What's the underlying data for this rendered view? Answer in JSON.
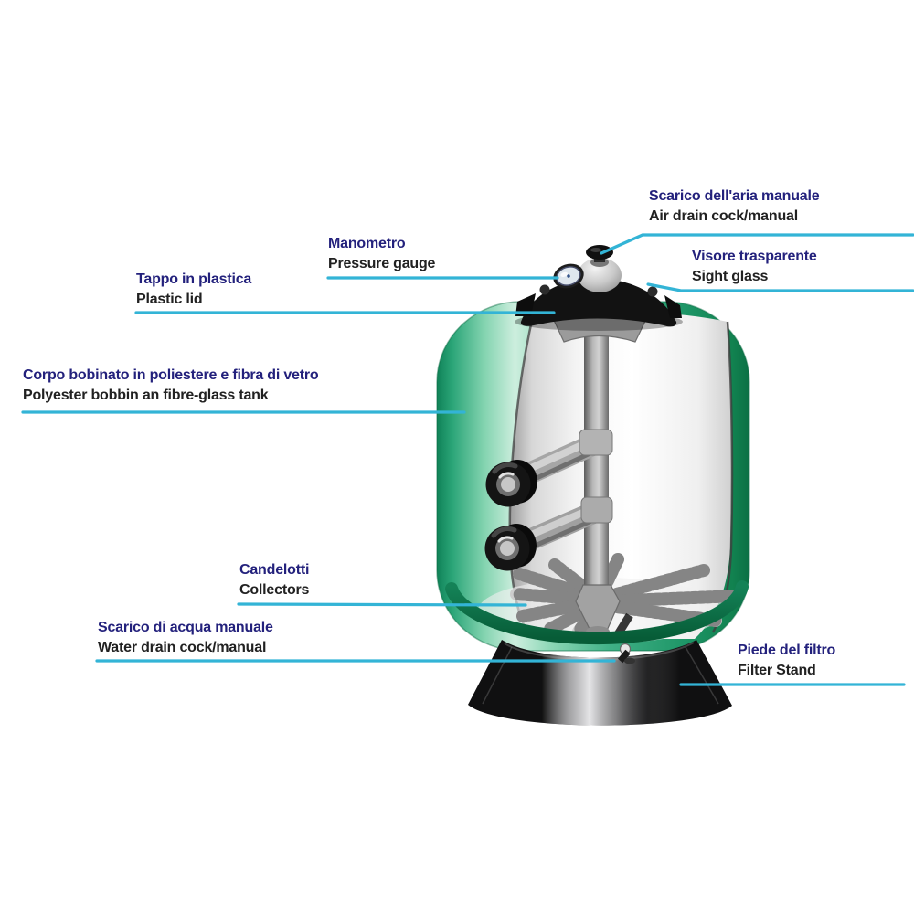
{
  "page": {
    "background": "#ffffff",
    "description_type": "sand-filter-cutaway-diagram"
  },
  "colors": {
    "leader_line": "#33b4d6",
    "label_italian": "#23217c",
    "label_english": "#212121",
    "tank_green": "#2ba578",
    "tank_green_dark": "#0d7a4c",
    "pipe_gray": "#a0a0a0",
    "lid_black": "#121212",
    "stand_black": "#101011"
  },
  "diagram": {
    "labels": [
      {
        "id": "air-drain",
        "it": "Scarico dell'aria manuale",
        "en": "Air drain cock/manual"
      },
      {
        "id": "pressure-gauge",
        "it": "Manometro",
        "en": "Pressure gauge"
      },
      {
        "id": "sight-glass",
        "it": "Visore trasparente",
        "en": "Sight glass"
      },
      {
        "id": "plastic-lid",
        "it": "Tappo in plastica",
        "en": "Plastic lid"
      },
      {
        "id": "tank-body",
        "it": "Corpo bobinato in poliestere e fibra di vetro",
        "en": "Polyester bobbin an fibre-glass tank"
      },
      {
        "id": "collectors",
        "it": "Candelotti",
        "en": "Collectors"
      },
      {
        "id": "water-drain",
        "it": "Scarico di acqua manuale",
        "en": "Water drain cock/manual"
      },
      {
        "id": "filter-stand",
        "it": "Piede del filtro",
        "en": "Filter Stand"
      }
    ]
  }
}
